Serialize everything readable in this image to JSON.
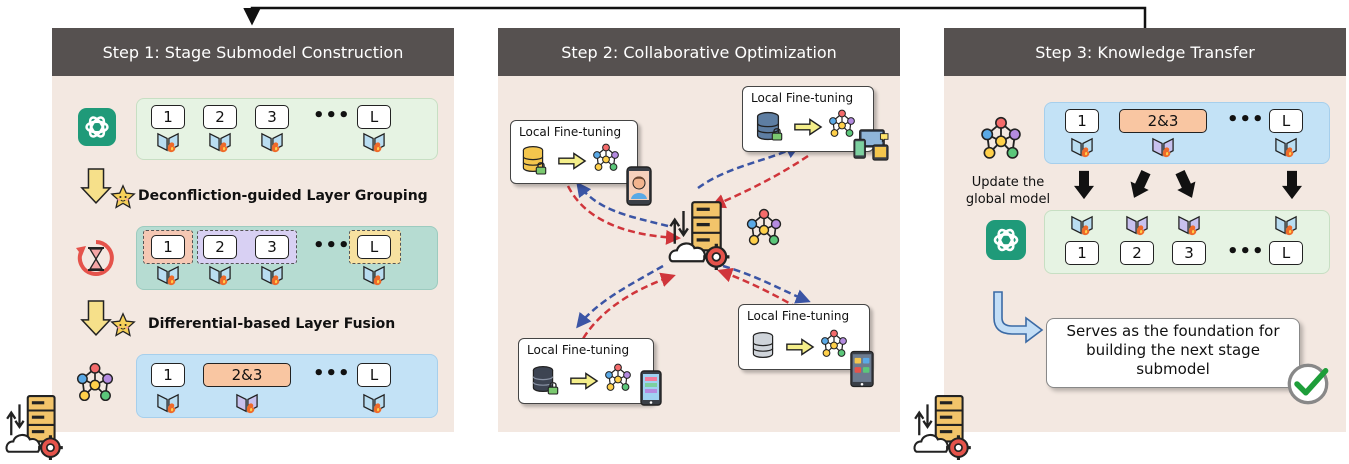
{
  "panels": [
    {
      "title": "Step 1: Stage Submodel Construction"
    },
    {
      "title": "Step 2: Collaborative Optimization"
    },
    {
      "title": "Step 3: Knowledge Transfer"
    }
  ],
  "step1": {
    "row1_layers": [
      "1",
      "2",
      "3",
      "L"
    ],
    "caption1": "Deconfliction-guided Layer Grouping",
    "row2_layers": [
      "1",
      "2",
      "3",
      "L"
    ],
    "caption2": "Differential-based Layer Fusion",
    "row3_layers": [
      "1",
      "2&3",
      "L"
    ],
    "ellipsis": "•••"
  },
  "step2": {
    "clients": [
      {
        "label": "Local Fine-tuning"
      },
      {
        "label": "Local Fine-tuning"
      },
      {
        "label": "Local Fine-tuning"
      },
      {
        "label": "Local Fine-tuning"
      }
    ]
  },
  "step3": {
    "row1_layers": [
      "1",
      "2&3",
      "L"
    ],
    "update_label": "Update the global model",
    "row2_layers": [
      "1",
      "2",
      "3",
      "L"
    ],
    "foundation_text": "Serves as the foundation for building the next stage submodel",
    "ellipsis": "•••"
  },
  "colors": {
    "header": "#565150",
    "panel_bg": "#f3e8e1",
    "strip_green": "#e6f3e3",
    "strip_teal": "#b6dcd2",
    "strip_blue": "#c3e2f6",
    "merged_layer": "#f9c6a2",
    "arrow_red": "#d0353b",
    "arrow_blue": "#3b55a5",
    "down_arrow_yellow": "#f6e08a",
    "chatgpt_green": "#1f9a79"
  }
}
